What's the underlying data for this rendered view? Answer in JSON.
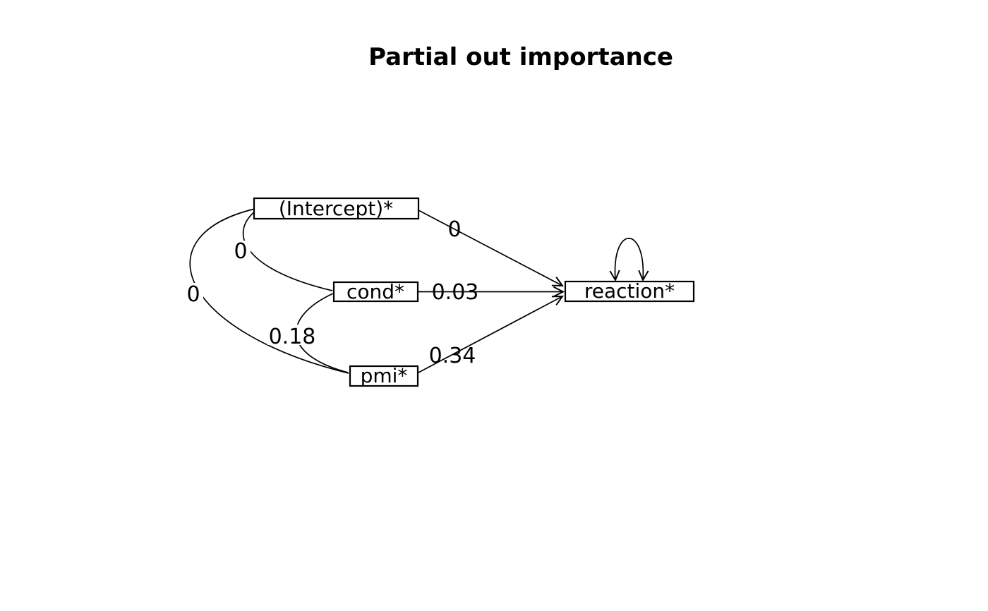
{
  "title": "Partial out importance",
  "colors": {
    "stroke": "#000000",
    "background": "#ffffff"
  },
  "diagram": {
    "nodes": [
      {
        "id": "intercept",
        "label": "(Intercept)*"
      },
      {
        "id": "cond",
        "label": "cond*"
      },
      {
        "id": "pmi",
        "label": "pmi*"
      },
      {
        "id": "reaction",
        "label": "reaction*"
      }
    ],
    "edges": [
      {
        "from": "(Intercept)*",
        "to": "reaction*",
        "label": "0",
        "style": "straight-arrow"
      },
      {
        "from": "cond*",
        "to": "reaction*",
        "label": "0.03",
        "style": "straight-arrow"
      },
      {
        "from": "pmi*",
        "to": "reaction*",
        "label": "0.34",
        "style": "straight-arrow"
      },
      {
        "from": "(Intercept)*",
        "to": "cond*",
        "label": "0",
        "style": "curved"
      },
      {
        "from": "(Intercept)*",
        "to": "pmi*",
        "label": "0",
        "style": "curved"
      },
      {
        "from": "cond*",
        "to": "pmi*",
        "label": "0.18",
        "style": "curved"
      },
      {
        "from": "reaction*",
        "to": "reaction*",
        "label": "",
        "style": "self-loop-double-arrow"
      }
    ]
  }
}
